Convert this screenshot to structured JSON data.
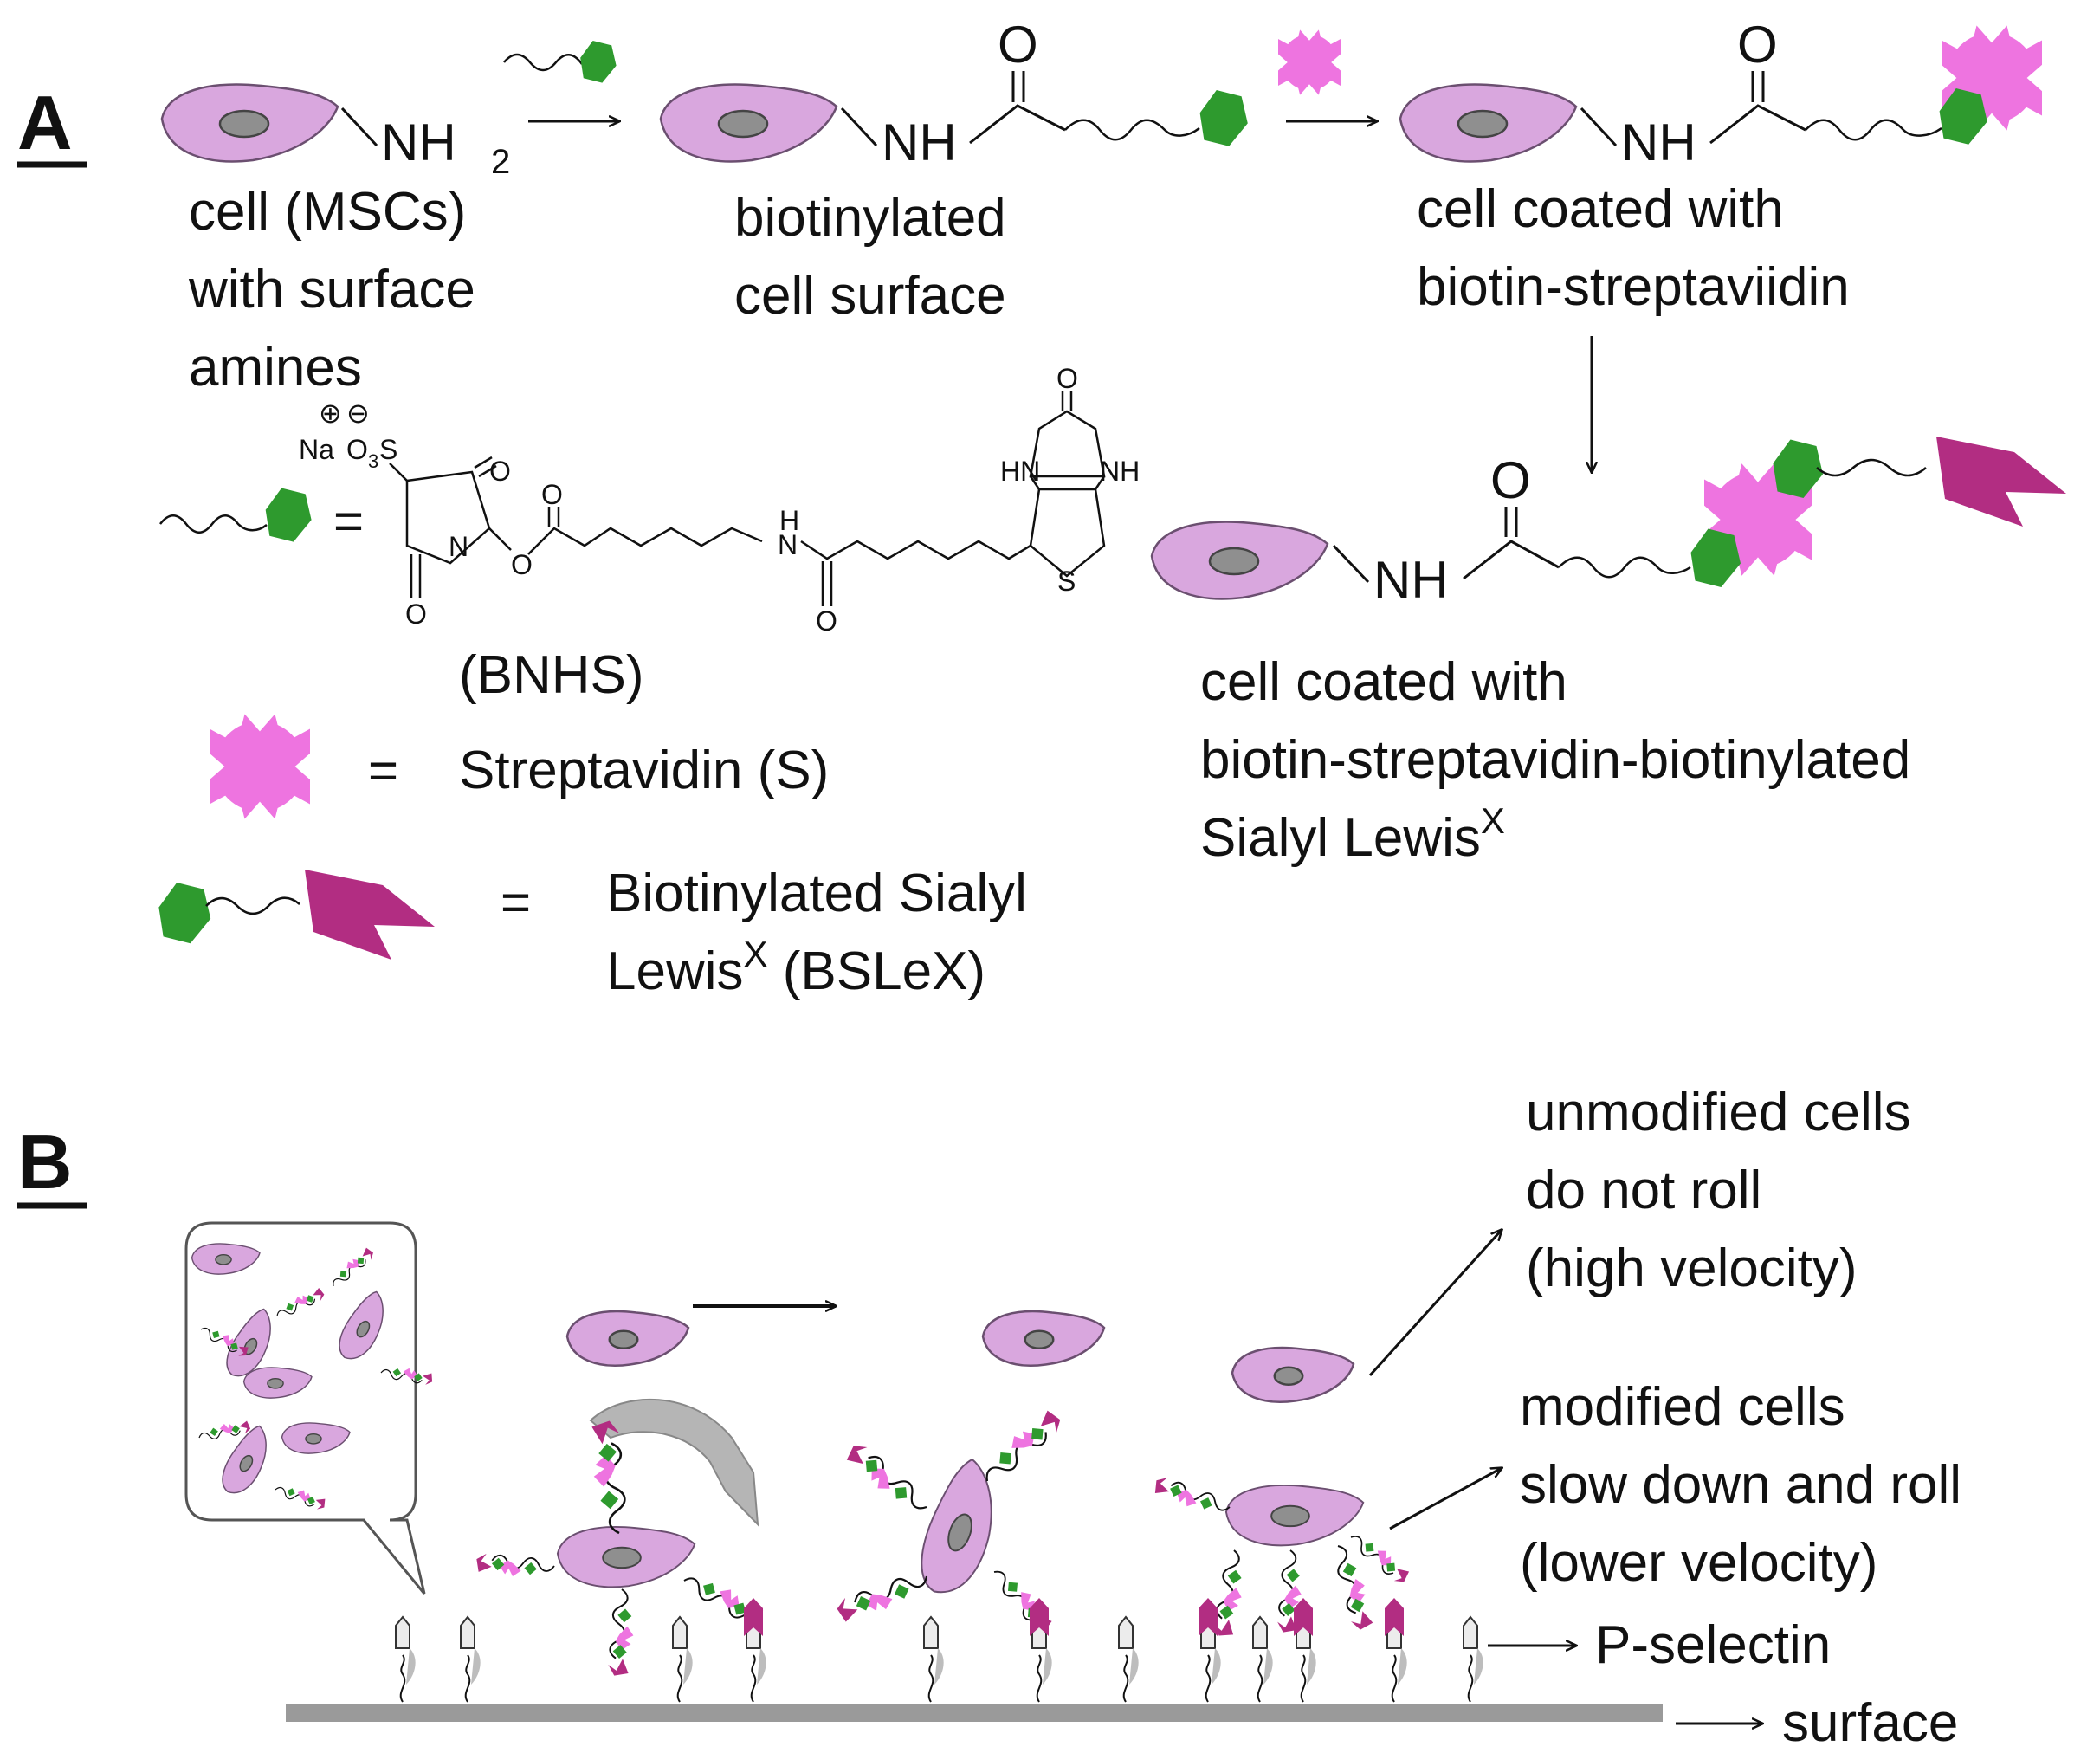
{
  "colors": {
    "cell_fill": "#d9a7de",
    "cell_stroke": "#6b4f70",
    "nucleus_fill": "#8f8f8f",
    "biotin_green": "#2e9a2e",
    "streptavidin_pink": "#ee74e0",
    "slex_purple": "#b22d82",
    "surface_gray": "#9a9a9a",
    "arrow_gray": "#b5b5b5"
  },
  "icons": [
    "cell-icon",
    "biotin-icon",
    "streptavidin-icon",
    "slex-icon",
    "p-selectin-icon",
    "arrow-icon"
  ],
  "panel_a": {
    "letter": "A",
    "step1": {
      "group": "NH",
      "subscript": "2",
      "label_lines": [
        "cell (MSCs)",
        "with surface",
        "amines"
      ]
    },
    "step2": {
      "group": "NH",
      "carbonyl": "O",
      "label_lines": [
        "biotinylated",
        "cell surface"
      ]
    },
    "step3": {
      "group": "NH",
      "carbonyl": "O",
      "label_lines": [
        "cell coated with",
        "biotin-streptaviidin"
      ]
    },
    "step4": {
      "group": "NH",
      "carbonyl": "O",
      "label_lines": [
        "cell coated with",
        "biotin-streptavidin-biotinylated"
      ],
      "label_last": "Sialyl Lewis",
      "label_last_sup": "X"
    },
    "legend": {
      "equals": "=",
      "bnhs_name": "(BNHS)",
      "streptavidin_name": "Streptavidin (S)",
      "bslex_line1": "Biotinylated Sialyl",
      "bslex_line2_main": "Lewis",
      "bslex_line2_sup": "X",
      "bslex_line2_rest": " (BSLeX)"
    },
    "chem": {
      "na": "Na",
      "plus": "⊕",
      "minus": "⊖",
      "o3s_o": "O",
      "o3s_3": "3",
      "o3s_s": "S",
      "o": "O",
      "n": "N",
      "hn": "HN",
      "nh": "NH",
      "h": "H",
      "s": "S"
    }
  },
  "panel_b": {
    "letter": "B",
    "unmodified_lines": [
      "unmodified cells",
      "do not roll",
      "(high velocity)"
    ],
    "modified_lines": [
      "modified cells",
      "slow down and roll",
      "(lower velocity)"
    ],
    "p_selectin": "P-selectin",
    "surface": "surface"
  }
}
